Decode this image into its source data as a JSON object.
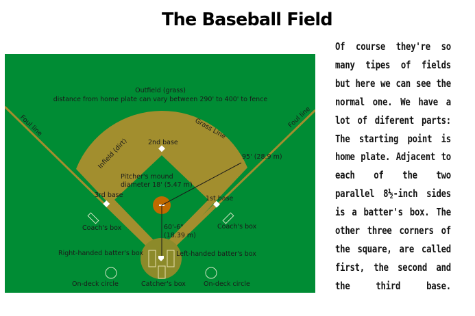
{
  "title": "The Baseball Field",
  "colors": {
    "grass": "#008c34",
    "dirt": "#a28e2e",
    "mound": "#c06a00",
    "home_circle": "#8c8a2a",
    "base": "#ffffff",
    "text": "#1a1a1a"
  },
  "diagram": {
    "outfield_label": "Outfield (grass)",
    "outfield_note": "distance from home plate can vary between 290' to 400' to fence",
    "foul_line_left": "Foul line",
    "foul_line_right": "Foul line",
    "grass_line": "Grass  Line",
    "infield": "Infield (dirt)",
    "second_base": "2nd base",
    "first_base": "1st base",
    "third_base": "3rd base",
    "mound_label_1": "Pitcher's mound",
    "mound_label_2": "diameter 18' (5.47 m)",
    "radius_label": "95' (28.9 m)",
    "distance_label_1": "60'-6\"",
    "distance_label_2": "(18.39 m)",
    "coach_box_left": "Coach's  box",
    "coach_box_right": "Coach's  box",
    "rh_batter_box": "Right-handed batter's  box",
    "lh_batter_box": "Left-handed batter's  box",
    "on_deck_left": "On-deck circle",
    "on_deck_right": "On-deck circle",
    "catcher_box": "Catcher's  box"
  },
  "description": "Of course they're so many tipes of fields but here we can see the normal one. We have a lot of diferent parts: The starting point is home plate. Adjacent to each of the two parallel 8½-inch sides is a batter's box. The other three corners of the square,  are called first, the second and the third base."
}
